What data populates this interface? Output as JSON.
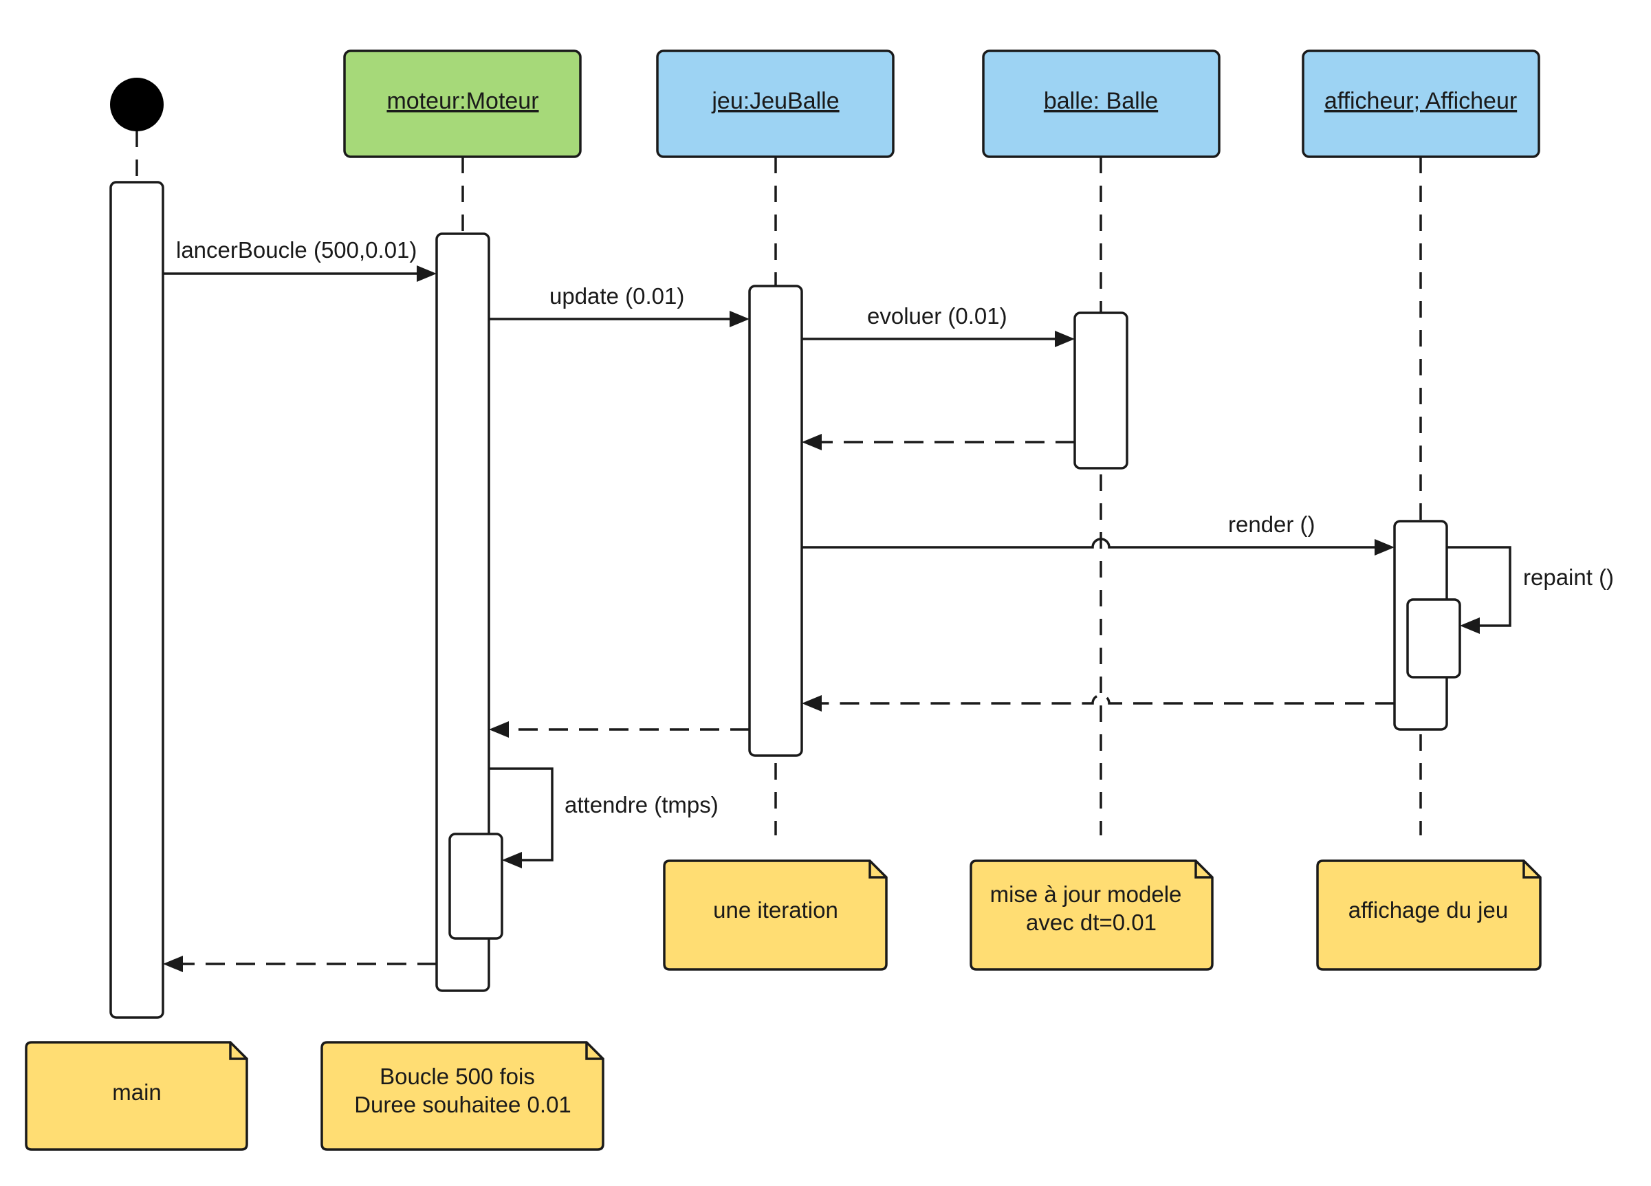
{
  "colors": {
    "engine_header": "#a6d979",
    "object_header": "#9dd3f3",
    "note_fill": "#ffdd73",
    "stroke": "#1a1a1a",
    "activation_fill": "#ffffff"
  },
  "lifelines": {
    "moteur": "moteur:Moteur",
    "jeu": "jeu:JeuBalle",
    "balle": "balle: Balle",
    "afficheur": "afficheur; Afficheur"
  },
  "messages": {
    "lancer": "lancerBoucle (500,0.01)",
    "update": "update (0.01)",
    "evoluer": "evoluer (0.01)",
    "render": "render ()",
    "repaint": "repaint ()",
    "attendre": "attendre (tmps)"
  },
  "notes": {
    "main": "main",
    "boucle_line1": "Boucle 500 fois",
    "boucle_line2": "Duree souhaitee 0.01",
    "iteration": "une iteration",
    "mise_line1": "mise à jour modele",
    "mise_line2": "avec dt=0.01",
    "affichage": "affichage du jeu"
  }
}
